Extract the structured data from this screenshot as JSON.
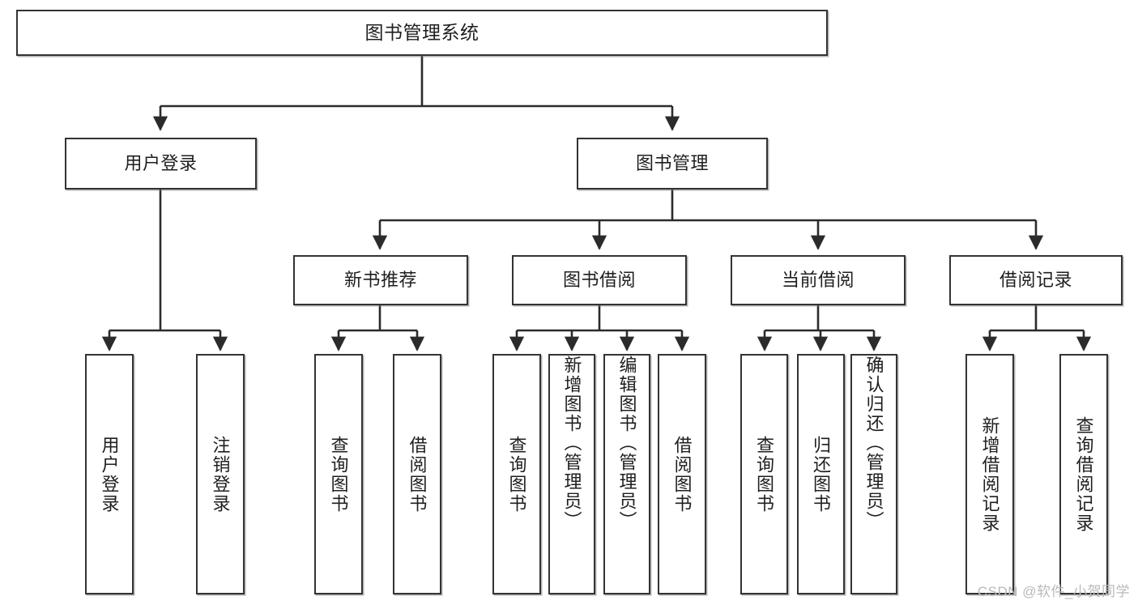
{
  "diagram": {
    "type": "tree",
    "title": "图书管理系统",
    "root": {
      "label": "图书管理系统"
    },
    "level2": [
      {
        "label": "用户登录"
      },
      {
        "label": "图书管理"
      }
    ],
    "level3": [
      {
        "label": "新书推荐"
      },
      {
        "label": "图书借阅"
      },
      {
        "label": "当前借阅"
      },
      {
        "label": "借阅记录"
      }
    ],
    "leaves": {
      "user_login": [
        {
          "label": "用户登录"
        },
        {
          "label": "注销登录"
        }
      ],
      "new_book_recommend": [
        {
          "label": "查询图书"
        },
        {
          "label": "借阅图书"
        }
      ],
      "book_borrow": [
        {
          "label": "查询图书"
        },
        {
          "label": "新增图书（管理员）"
        },
        {
          "label": "编辑图书（管理员）"
        },
        {
          "label": "借阅图书"
        }
      ],
      "current_borrow": [
        {
          "label": "查询图书"
        },
        {
          "label": "归还图书"
        },
        {
          "label": "确认归还（管理员）"
        }
      ],
      "borrow_record": [
        {
          "label": "新增借阅记录"
        },
        {
          "label": "查询借阅记录"
        }
      ]
    }
  },
  "watermark": {
    "text": "CSDN @软件_小贺同学"
  },
  "colors": {
    "box_border": "#333333",
    "box_fill": "#ffffff",
    "edge": "#2b2b2b",
    "text": "#1f1f1f",
    "watermark": "#b9b9b9"
  }
}
